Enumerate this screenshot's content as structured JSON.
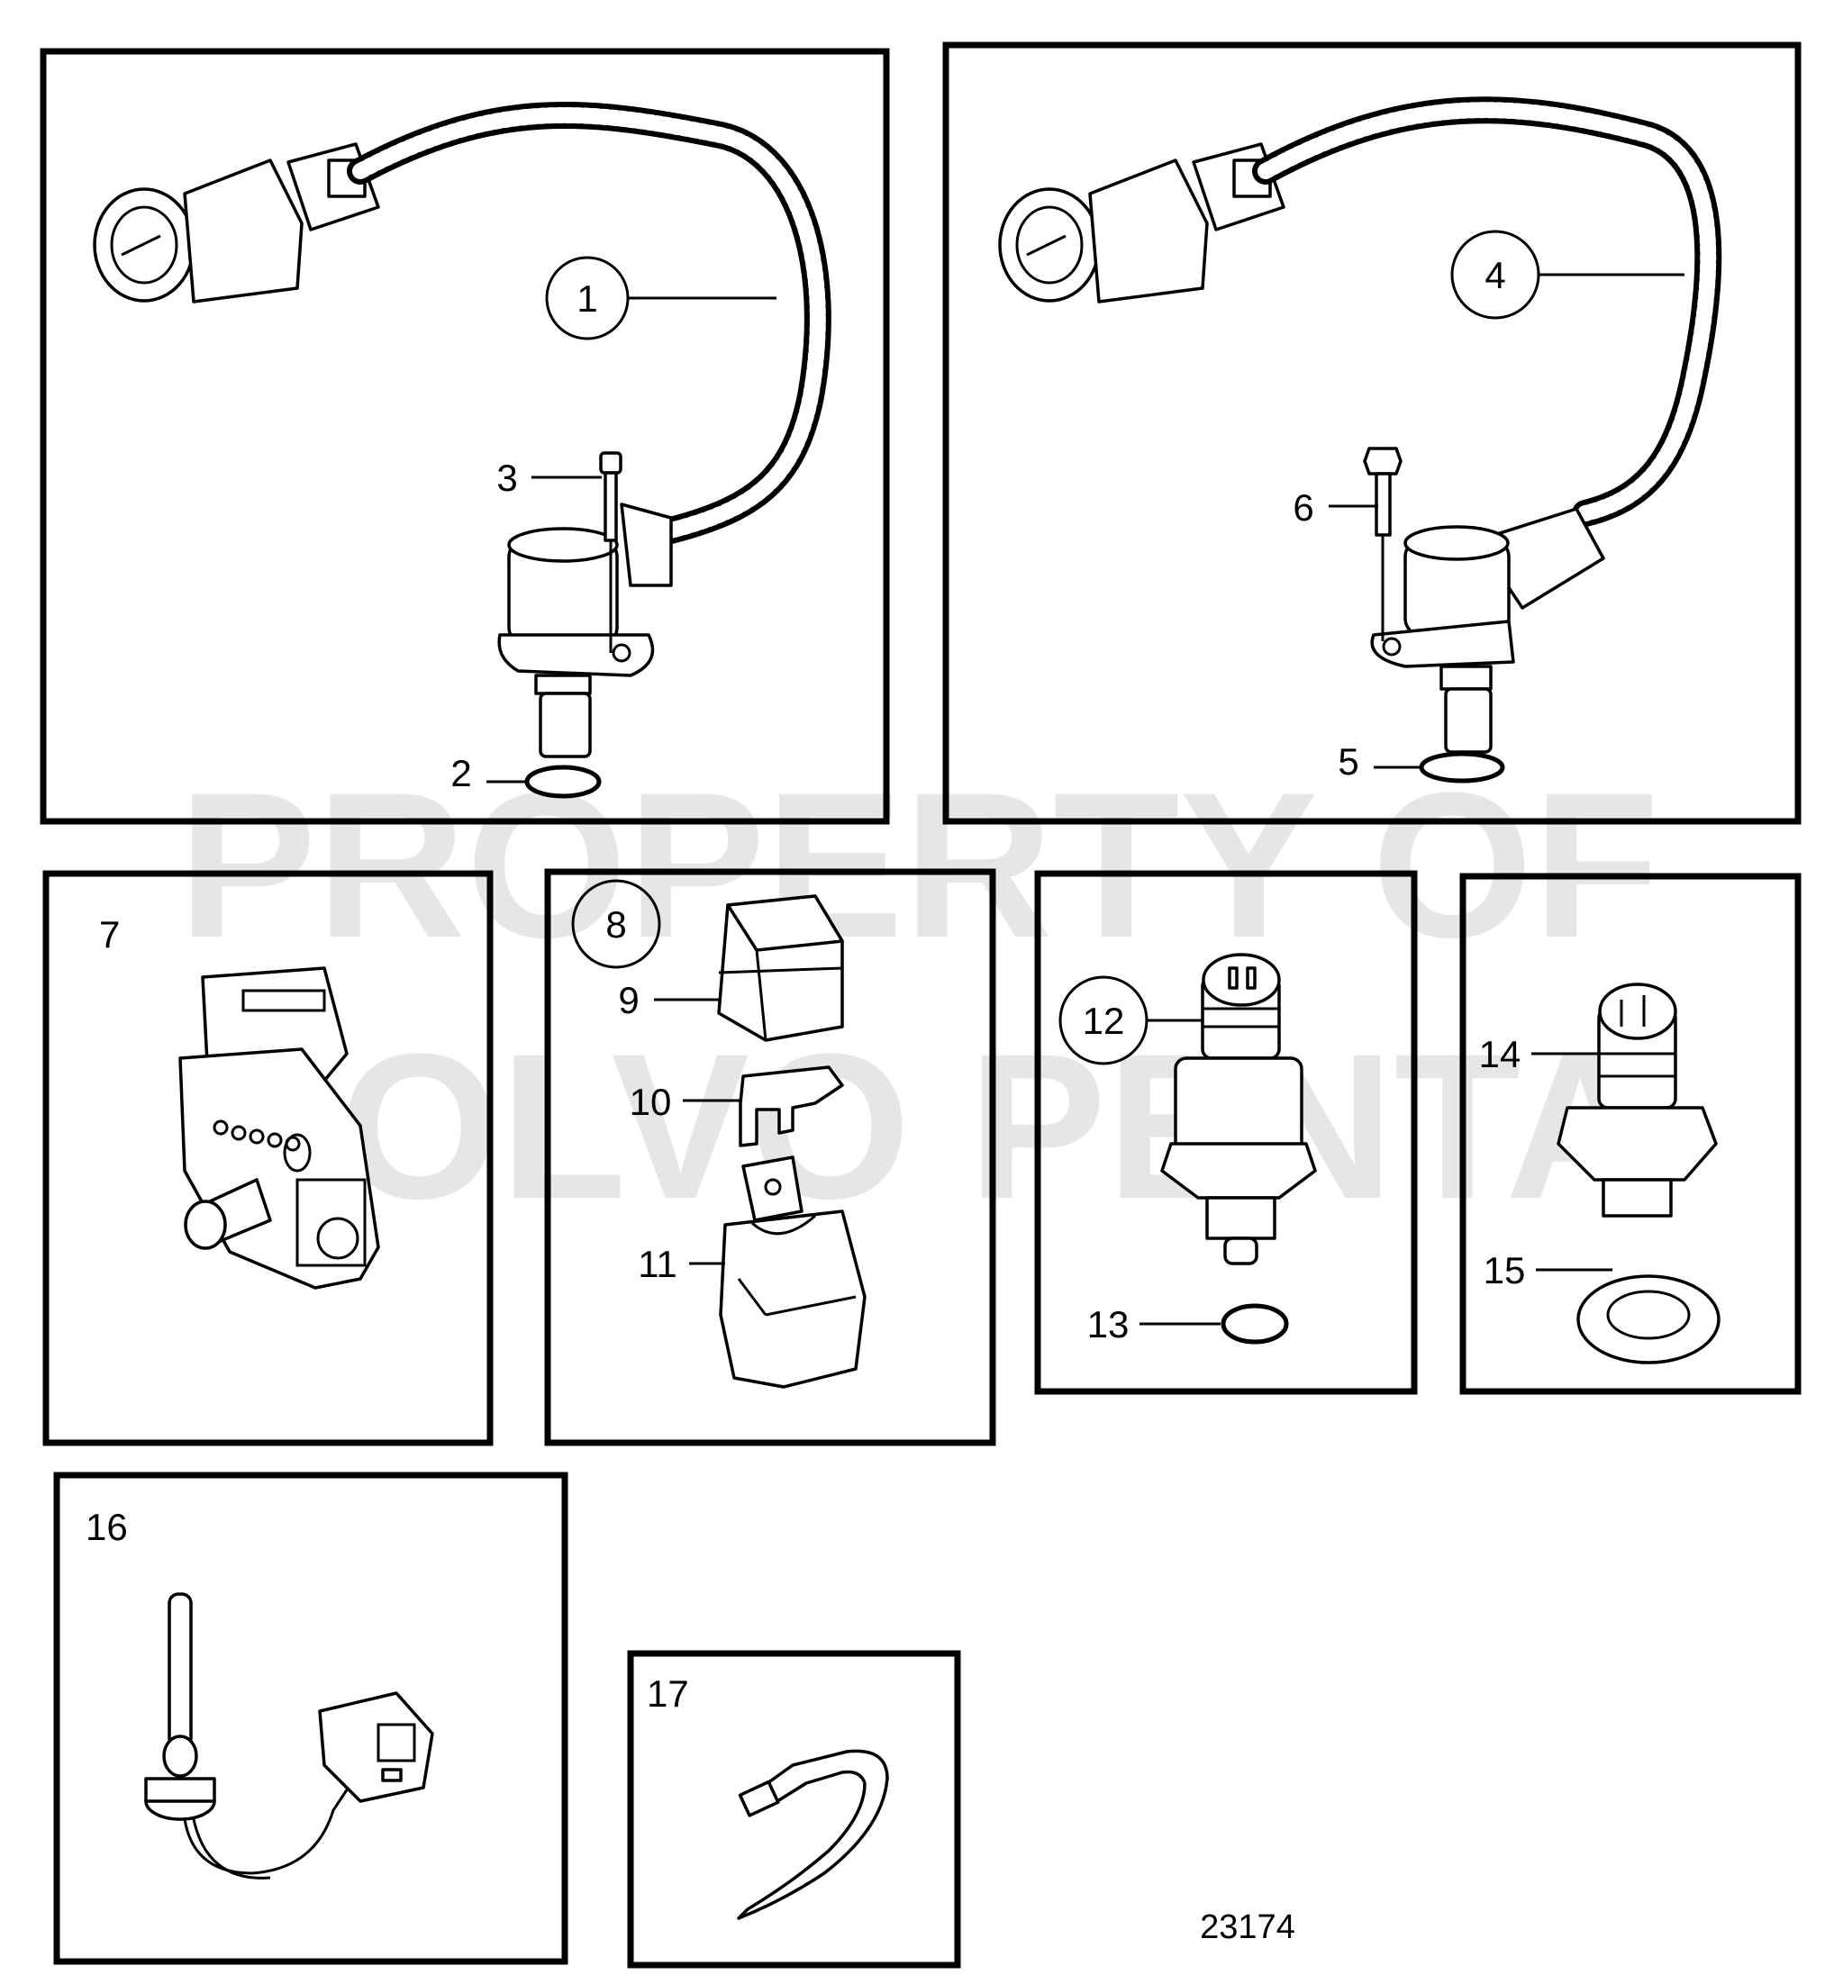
{
  "watermark": {
    "line1": "PROPERTY OF",
    "line2": "VOLVO PENTA"
  },
  "figure_number": "23174",
  "callouts": [
    {
      "id": "c1",
      "text": "1",
      "circled": true
    },
    {
      "id": "c2",
      "text": "2",
      "circled": false
    },
    {
      "id": "c3",
      "text": "3",
      "circled": false
    },
    {
      "id": "c4",
      "text": "4",
      "circled": true
    },
    {
      "id": "c5",
      "text": "5",
      "circled": false
    },
    {
      "id": "c6",
      "text": "6",
      "circled": false
    },
    {
      "id": "c7",
      "text": "7",
      "circled": false
    },
    {
      "id": "c8",
      "text": "8",
      "circled": true
    },
    {
      "id": "c9",
      "text": "9",
      "circled": false
    },
    {
      "id": "c10",
      "text": "10",
      "circled": false
    },
    {
      "id": "c11",
      "text": "11",
      "circled": false
    },
    {
      "id": "c12",
      "text": "12",
      "circled": true
    },
    {
      "id": "c13",
      "text": "13",
      "circled": false
    },
    {
      "id": "c14",
      "text": "14",
      "circled": false
    },
    {
      "id": "c15",
      "text": "15",
      "circled": false
    },
    {
      "id": "c16",
      "text": "16",
      "circled": false
    },
    {
      "id": "c17",
      "text": "17",
      "circled": false
    }
  ]
}
